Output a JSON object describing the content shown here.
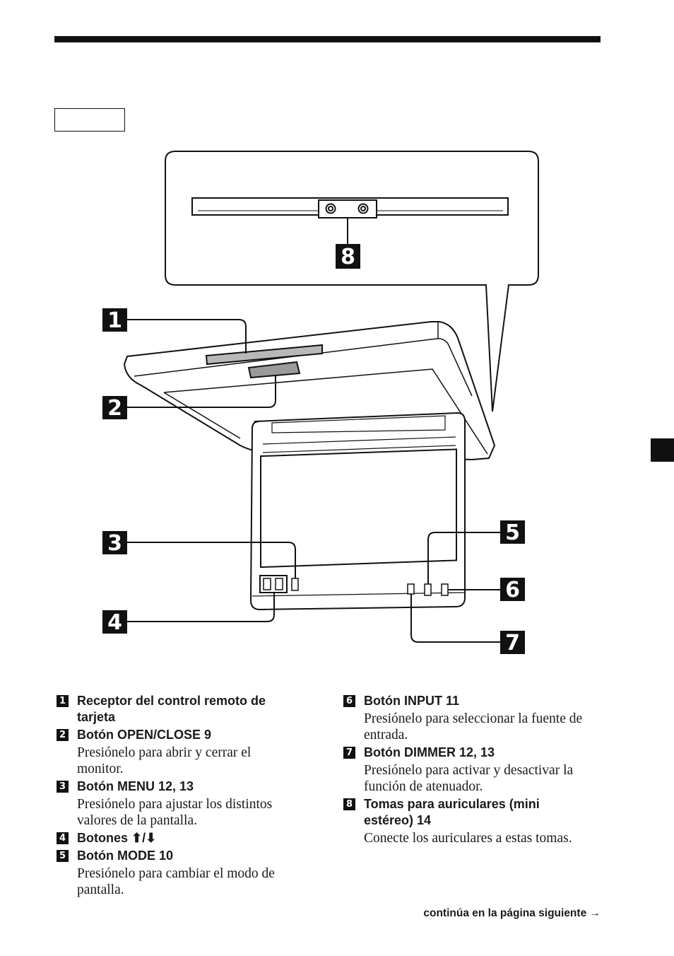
{
  "markers": [
    "1",
    "2",
    "3",
    "4",
    "5",
    "6",
    "7",
    "8"
  ],
  "items_left": [
    {
      "num": "1",
      "title": "Receptor del control remoto de tarjeta",
      "desc": ""
    },
    {
      "num": "2",
      "title": "Botón OPEN/CLOSE 9",
      "desc": "Presiónelo para abrir y cerrar el monitor."
    },
    {
      "num": "3",
      "title": "Botón MENU 12, 13",
      "desc": "Presiónelo para ajustar los distintos valores de la pantalla."
    },
    {
      "num": "4",
      "title": "Botones ⬆/⬇",
      "desc": ""
    },
    {
      "num": "5",
      "title": "Botón MODE 10",
      "desc": "Presiónelo para cambiar el modo de pantalla."
    }
  ],
  "items_right": [
    {
      "num": "6",
      "title": "Botón INPUT 11",
      "desc": "Presiónelo para seleccionar la fuente de entrada."
    },
    {
      "num": "7",
      "title": "Botón DIMMER 12, 13",
      "desc": "Presiónelo para activar y desactivar la función de atenuador."
    },
    {
      "num": "8",
      "title": "Tomas para auriculares (mini estéreo) 14",
      "desc": "Conecte los auriculares a estas tomas."
    }
  ],
  "footer": "continúa en la página siguiente →"
}
